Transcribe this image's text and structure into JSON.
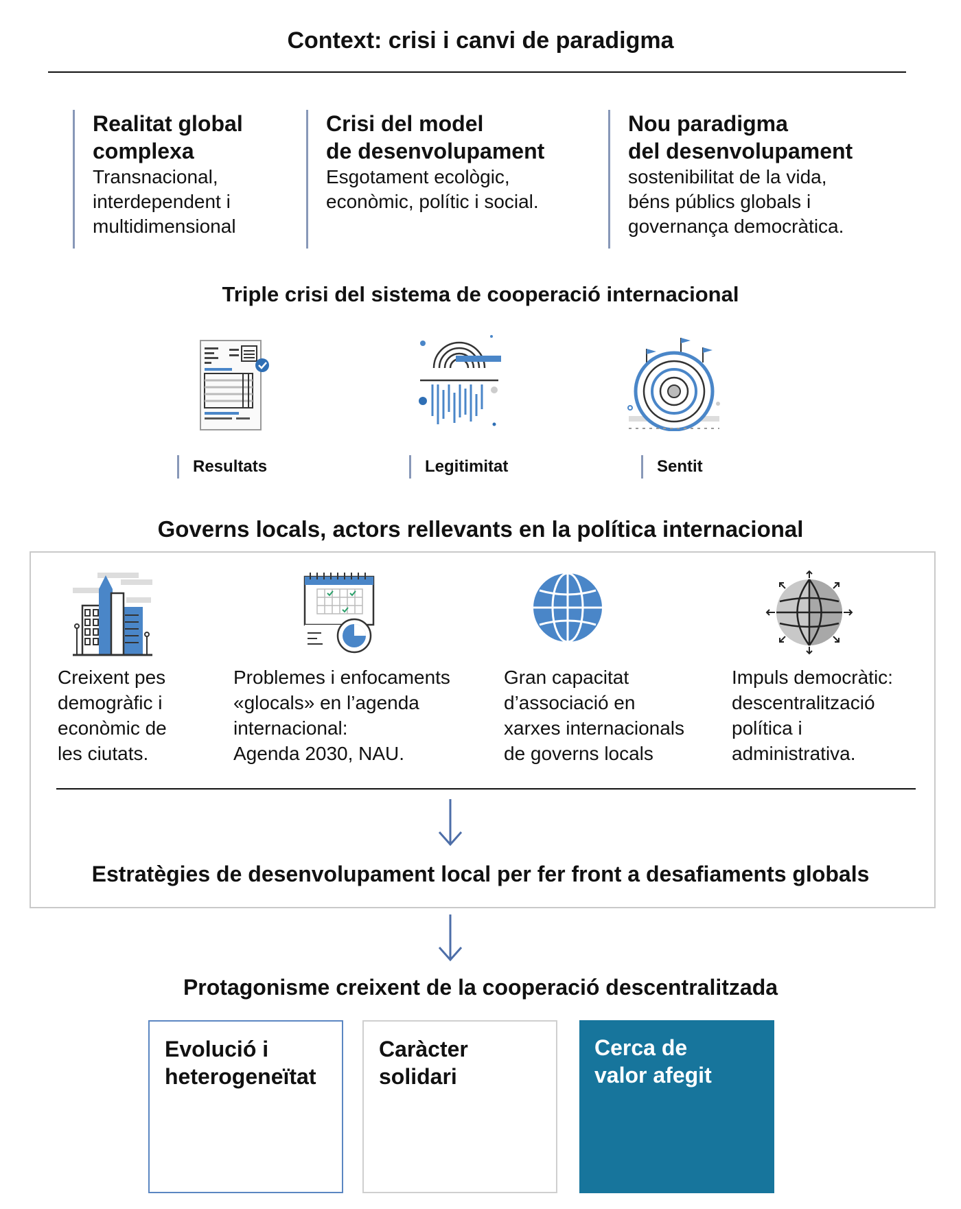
{
  "main_title": "Context: crisi i canvi de paradigma",
  "context_columns": [
    {
      "heading": "Realitat global\ncomplexa",
      "body": "Transnacional,\ninterdependent i\nmultidimensional"
    },
    {
      "heading": "Crisi del model\nde desenvolupament",
      "body": "Esgotament ecològic,\neconòmic, polític i social."
    },
    {
      "heading": "Nou paradigma\ndel desenvolupament",
      "body": "sostenibilitat de la vida,\nbéns públics globals i\ngovernança democràtica."
    }
  ],
  "triple_crisis": {
    "title": "Triple crisi del sistema de cooperació internacional",
    "items": [
      {
        "label": "Resultats",
        "icon": "document-check-icon"
      },
      {
        "label": "Legitimitat",
        "icon": "fingerprint-icon"
      },
      {
        "label": "Sentit",
        "icon": "target-flags-icon"
      }
    ]
  },
  "local_governments": {
    "title": "Governs locals, actors rellevants en la política internacional",
    "features": [
      {
        "text": "Creixent pes\ndemogràfic i\neconòmic de\nles ciutats.",
        "icon": "city-buildings-icon"
      },
      {
        "text": "Problemes i enfocaments\n«glocals» en l’agenda\ninternacional:\nAgenda 2030, NAU.",
        "icon": "calendar-clock-icon"
      },
      {
        "text": "Gran capacitat\nd’associació en\nxarxes internacionals\nde governs locals",
        "icon": "globe-icon"
      },
      {
        "text": "Impuls democràtic:\ndescentralització\npolítica i\nadministrativa.",
        "icon": "globe-arrows-icon"
      }
    ],
    "strategy": "Estratègies de desenvolupament local per fer front a desafiaments globals"
  },
  "protagonism": {
    "title": "Protagonisme creixent de la cooperació descentralitzada",
    "boxes": [
      {
        "text": "Evolució i\nheterogeneïtat"
      },
      {
        "text": "Caràcter\nsolidari"
      },
      {
        "text": "Cerca de\nvalor afegit"
      }
    ]
  },
  "colors": {
    "accent_blue": "#4a86c8",
    "dark_teal": "#17759c",
    "rule_gray": "#8898b8"
  }
}
